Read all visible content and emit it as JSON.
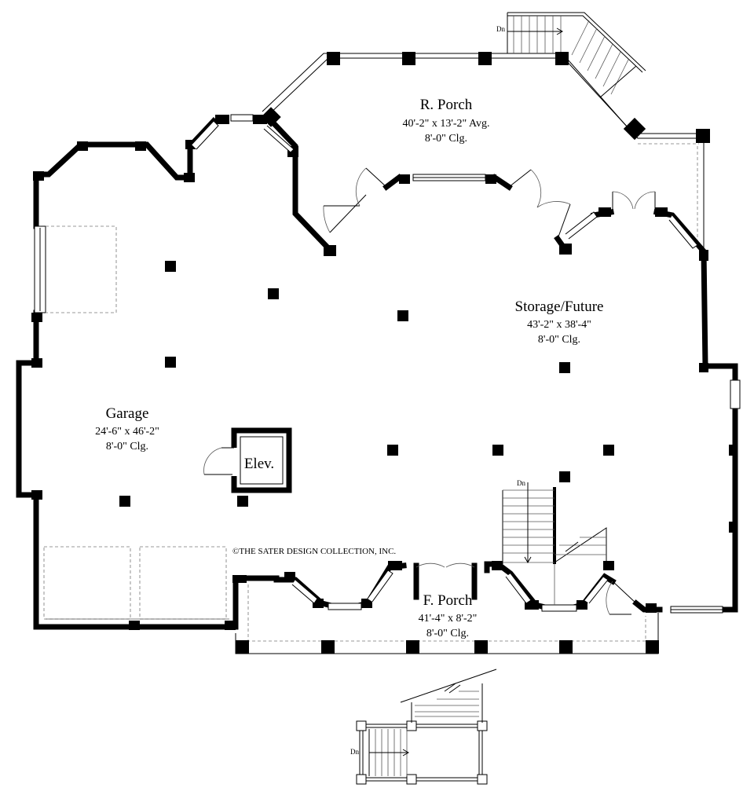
{
  "rooms": {
    "rear_porch": {
      "name": "R. Porch",
      "size": "40'-2\" x 13'-2\" Avg.",
      "ceiling": "8'-0\" Clg."
    },
    "storage": {
      "name": "Storage/Future",
      "size": "43'-2\" x 38'-4\"",
      "ceiling": "8'-0\" Clg."
    },
    "garage": {
      "name": "Garage",
      "size": "24'-6\" x 46'-2\"",
      "ceiling": "8'-0\" Clg."
    },
    "front_porch": {
      "name": "F. Porch",
      "size": "41'-4\" x 8'-2\"",
      "ceiling": "8'-0\" Clg."
    },
    "elevator": {
      "name": "Elev."
    }
  },
  "stairs": {
    "rear": {
      "label": "Dn"
    },
    "interior": {
      "label": "Dn"
    },
    "entry": {
      "label": "Dn"
    }
  },
  "copyright": "©THE SATER DESIGN COLLECTION, INC."
}
